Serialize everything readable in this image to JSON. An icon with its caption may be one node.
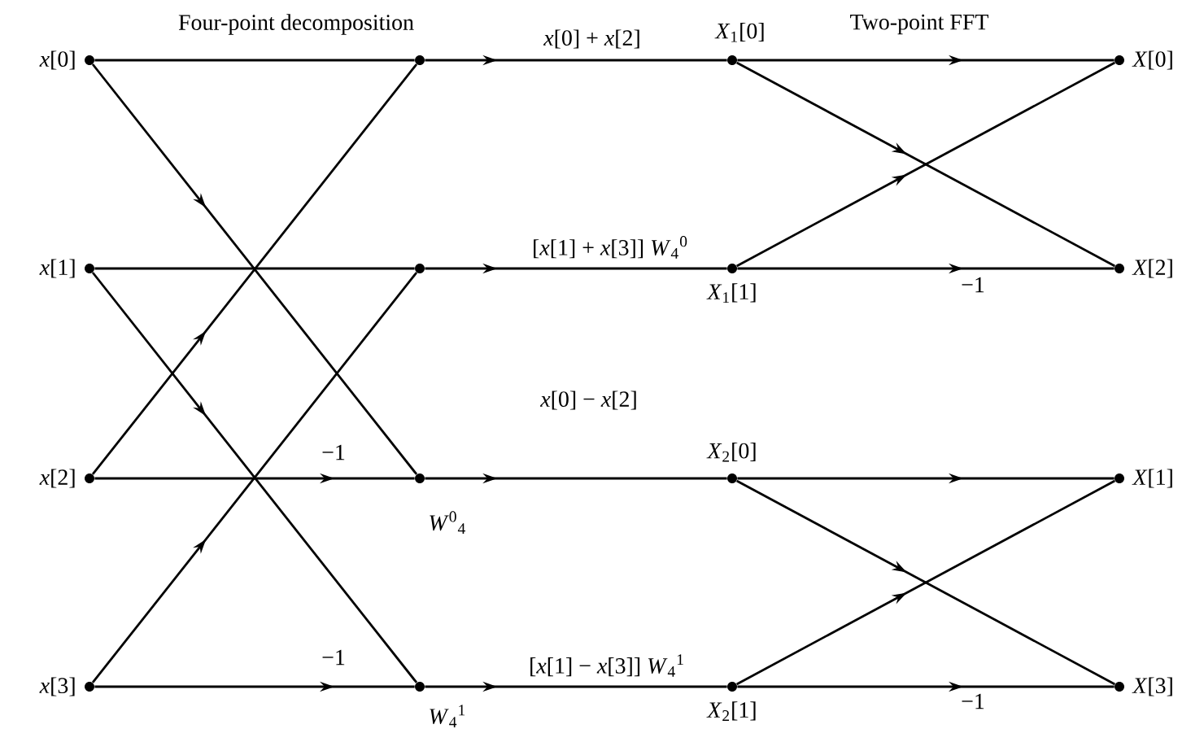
{
  "diagram": {
    "nodes": [
      {
        "text": [],
        "shape": "circle",
        "beside": [
          "*x*[0]"
        ]
      },
      {
        "text": [],
        "shape": "circle",
        "beside": [
          "*x*[1]"
        ]
      },
      {
        "text": [],
        "shape": "circle",
        "beside": [
          "*x*[2]"
        ]
      },
      {
        "text": [],
        "shape": "circle",
        "beside": [
          "*x*[3]"
        ]
      },
      {
        "text": [],
        "shape": "circle"
      },
      {
        "text": [],
        "shape": "circle"
      },
      {
        "text": [],
        "shape": "circle",
        "beside": [
          "*W*$^{0}$$_{4}$"
        ]
      },
      {
        "text": [],
        "shape": "circle",
        "beside": [
          "*W*$_{4}$$^{1}$"
        ]
      },
      {
        "text": [],
        "shape": "circle",
        "beside": [
          "*X*$_{1}$[0]"
        ]
      },
      {
        "text": [],
        "shape": "circle",
        "beside": [
          "*X*$_{1}$[1]"
        ]
      },
      {
        "text": [],
        "shape": "circle",
        "beside": [
          "*X*$_{2}$[0]"
        ]
      },
      {
        "text": [],
        "shape": "circle",
        "beside": [
          "*X*$_{2}$[1]"
        ]
      },
      {
        "text": [],
        "shape": "circle",
        "beside": [
          "*X*[0]"
        ]
      },
      {
        "text": [],
        "shape": "circle",
        "beside": [
          "*X*[2]"
        ]
      },
      {
        "text": [],
        "shape": "circle",
        "beside": [
          "*X*[1]"
        ]
      },
      {
        "text": [],
        "shape": "circle",
        "beside": [
          "*X*[3]"
        ]
      }
    ],
    "edges": [
      {
        "from": 0,
        "to": 4,
        "arrow": "none"
      },
      {
        "from": 0,
        "to": 6,
        "arrow": "to"
      },
      {
        "from": 1,
        "to": 5,
        "arrow": "none"
      },
      {
        "from": 1,
        "to": 7,
        "arrow": "to"
      },
      {
        "from": 2,
        "to": 4,
        "arrow": "to"
      },
      {
        "from": 2,
        "to": 6,
        "arrow": "to",
        "label": "−1"
      },
      {
        "from": 3,
        "to": 5,
        "arrow": "to"
      },
      {
        "from": 3,
        "to": 7,
        "arrow": "to",
        "label": "−1"
      },
      {
        "from": 4,
        "to": 8,
        "arrow": "to",
        "label": "*x*[0] + *x*[2]"
      },
      {
        "from": 5,
        "to": 9,
        "arrow": "to",
        "label": "[*x*[1] + *x*[3]] *W*$_{4}$$^{0}$"
      },
      {
        "from": 6,
        "to": 10,
        "arrow": "to",
        "label": "*x*[0] − *x*[2]"
      },
      {
        "from": 7,
        "to": 11,
        "arrow": "to",
        "label": "[*x*[1] − *x*[3]] *W*$_{4}$$^{1}$"
      },
      {
        "from": 8,
        "to": 12,
        "arrow": "to"
      },
      {
        "from": 8,
        "to": 13,
        "arrow": "to"
      },
      {
        "from": 9,
        "to": 12,
        "arrow": "to"
      },
      {
        "from": 9,
        "to": 13,
        "arrow": "to",
        "label": "−1"
      },
      {
        "from": 10,
        "to": 14,
        "arrow": "to"
      },
      {
        "from": 10,
        "to": 15,
        "arrow": "to"
      },
      {
        "from": 11,
        "to": 14,
        "arrow": "to"
      },
      {
        "from": 11,
        "to": 15,
        "arrow": "to",
        "label": "−1"
      }
    ],
    "labels": [
      "Four-point decomposition",
      "Two-point FFT"
    ]
  }
}
